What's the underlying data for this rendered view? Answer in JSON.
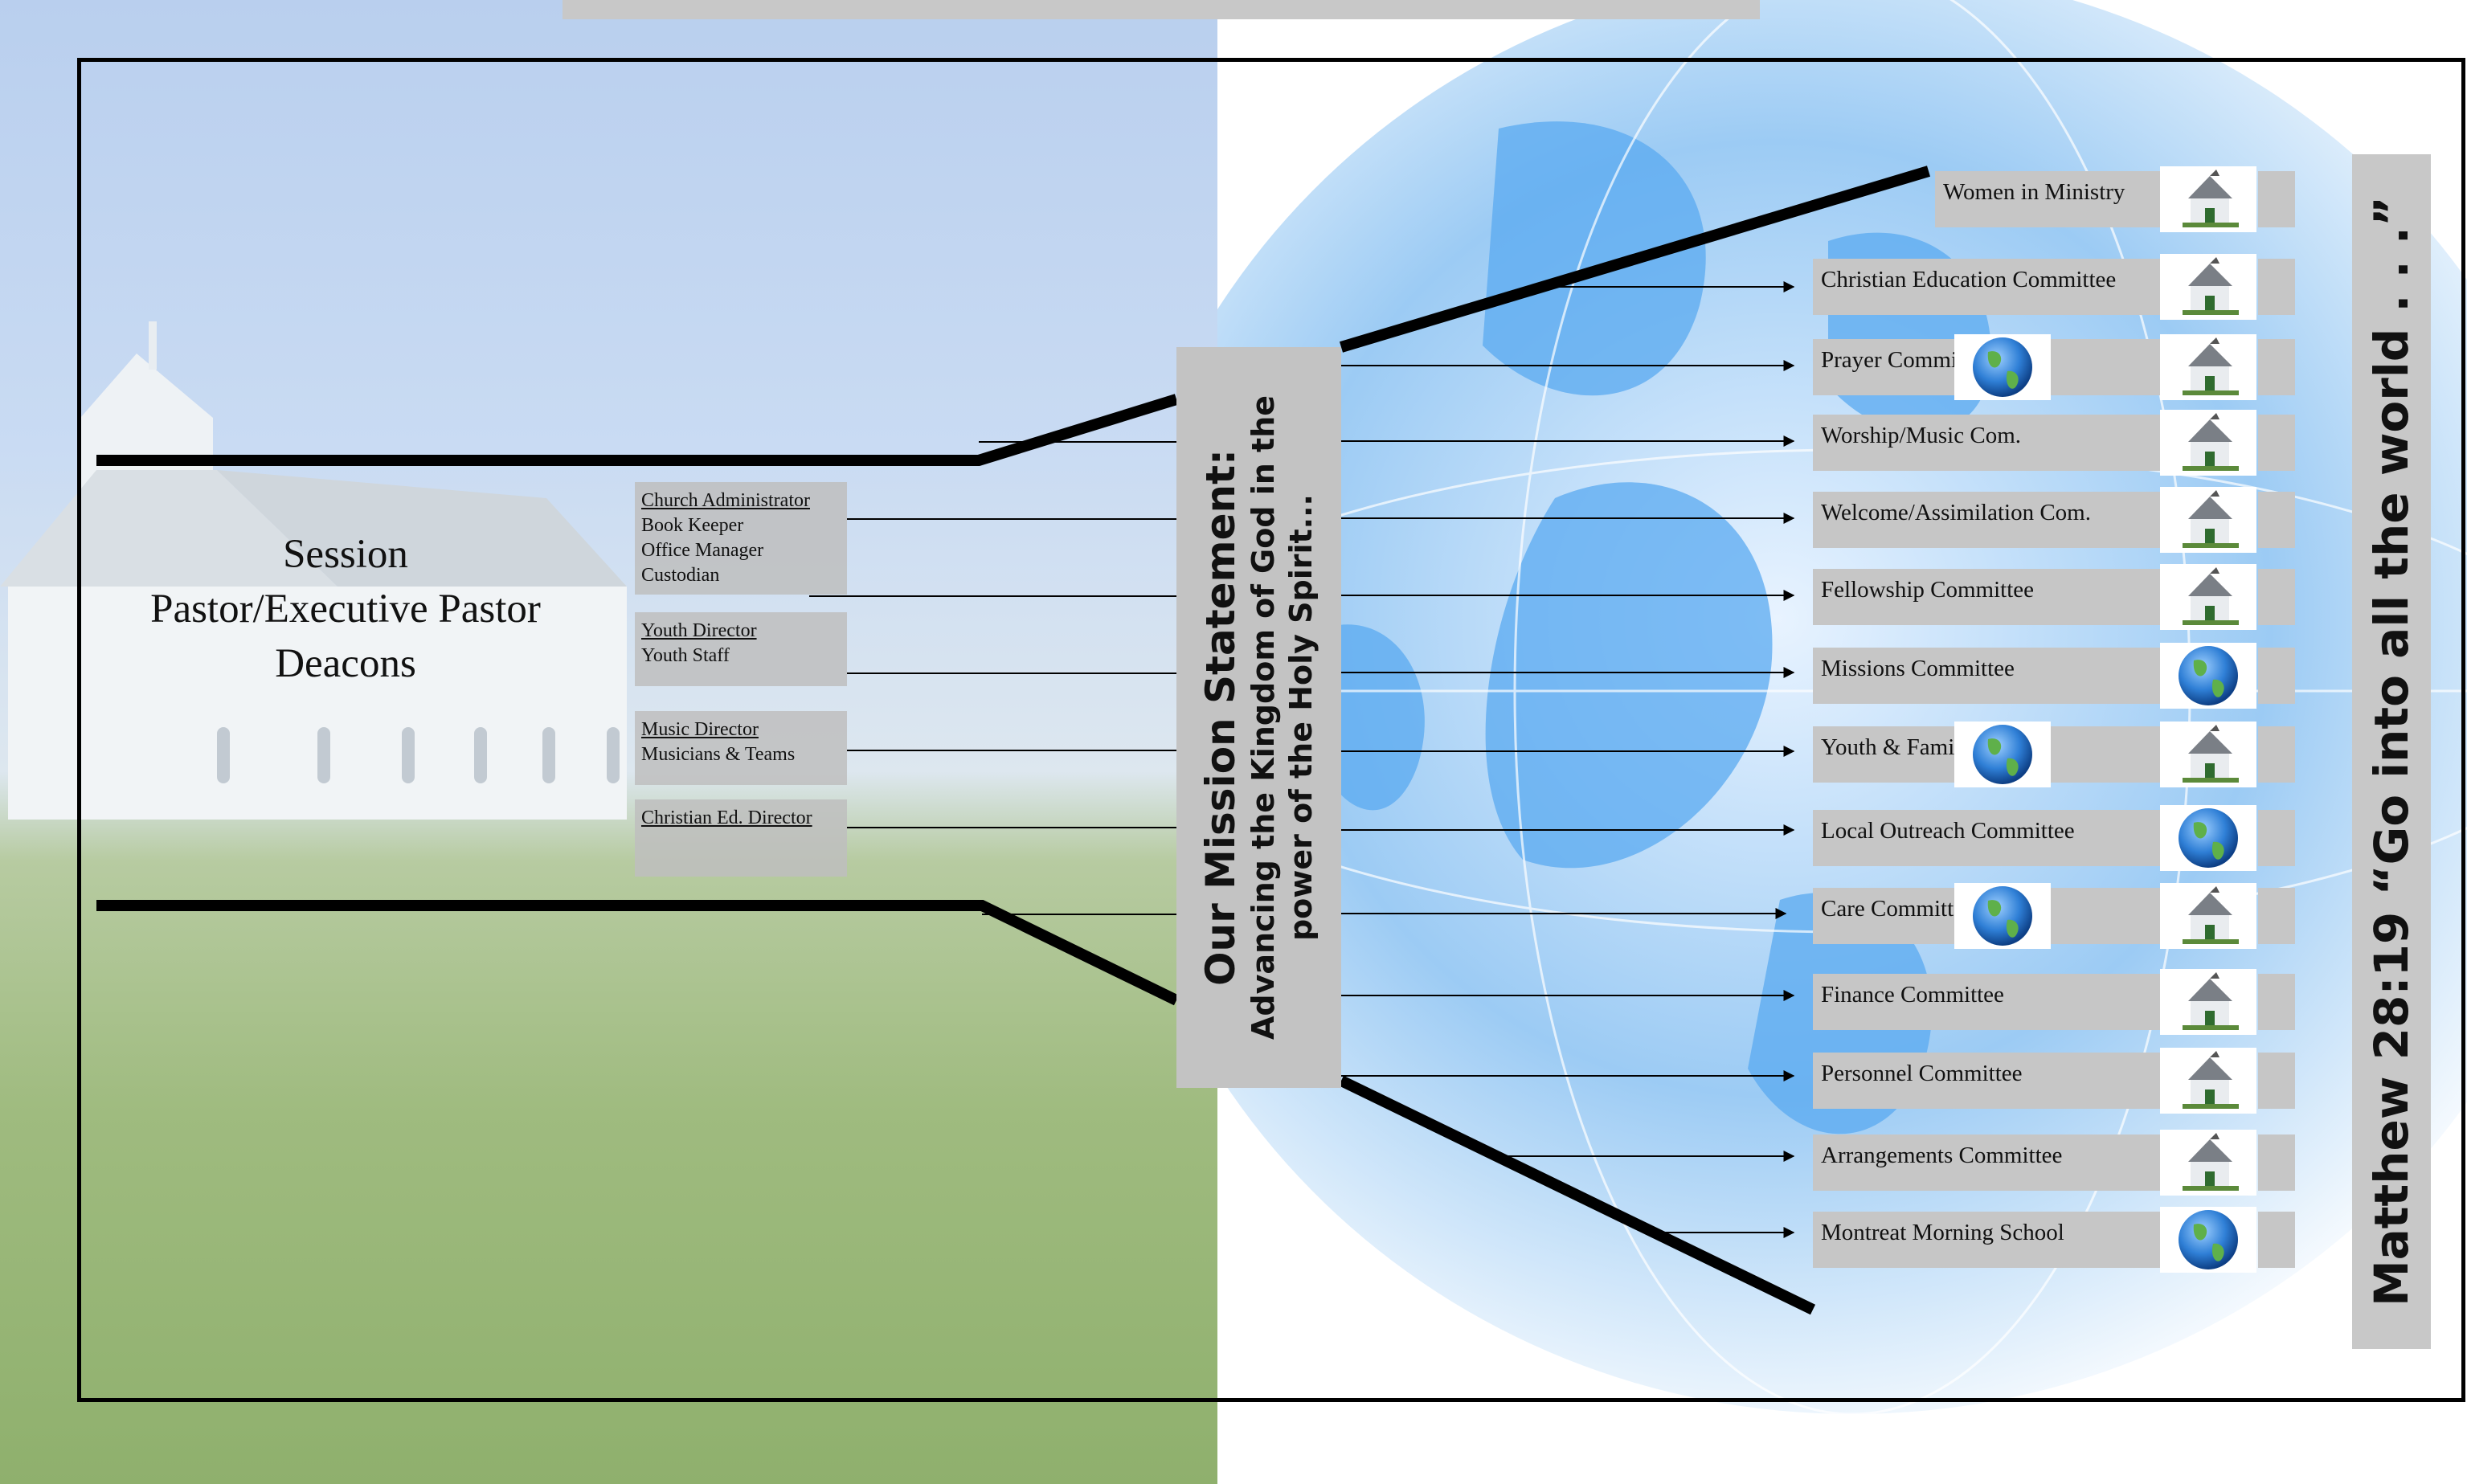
{
  "colors": {
    "box_gray": "#c3c3c3",
    "line": "#000000",
    "globe_blue": "#3d8ee0"
  },
  "leadership": {
    "lines": [
      "Session",
      "Pastor/Executive Pastor",
      "Deacons"
    ]
  },
  "staff_groups": [
    {
      "head": "Church Administrator",
      "members": [
        "Book Keeper",
        "Office Manager",
        "Custodian"
      ]
    },
    {
      "head": "Youth Director",
      "members": [
        "Youth Staff"
      ]
    },
    {
      "head": "Music Director",
      "members": [
        "Musicians & Teams"
      ]
    },
    {
      "head": "Christian Ed. Director",
      "members": []
    }
  ],
  "mission": {
    "title": "Our Mission Statement:",
    "body": "Advancing the Kingdom of God in the power of the Holy Spirit..."
  },
  "verse": "Matthew 28:19 “Go into all the world . . .”",
  "committees": [
    {
      "name": "Women in Ministry",
      "icons": [
        "church-icon"
      ]
    },
    {
      "name": "Christian Education Committee",
      "icons": [
        "church-icon"
      ]
    },
    {
      "name": "Prayer Committee",
      "icons": [
        "globe-icon",
        "church-icon"
      ]
    },
    {
      "name": "Worship/Music Com.",
      "icons": [
        "church-icon"
      ]
    },
    {
      "name": "Welcome/Assimilation Com.",
      "icons": [
        "church-icon"
      ]
    },
    {
      "name": "Fellowship Committee",
      "icons": [
        "church-icon"
      ]
    },
    {
      "name": "Missions Committee",
      "icons": [
        "globe-icon"
      ]
    },
    {
      "name": "Youth & Family Life",
      "icons": [
        "globe-icon",
        "church-icon"
      ]
    },
    {
      "name": "Local Outreach Committee",
      "icons": [
        "globe-icon"
      ]
    },
    {
      "name": "Care Committee",
      "icons": [
        "globe-icon",
        "church-icon"
      ]
    },
    {
      "name": "Finance Committee",
      "icons": [
        "church-icon"
      ]
    },
    {
      "name": "Personnel Committee",
      "icons": [
        "church-icon"
      ]
    },
    {
      "name": "Arrangements Committee",
      "icons": [
        "church-icon"
      ]
    },
    {
      "name": "Montreat Morning School",
      "icons": [
        "globe-icon"
      ]
    }
  ]
}
